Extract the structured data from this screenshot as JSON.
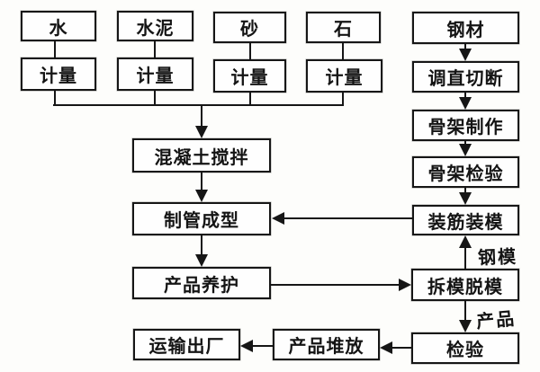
{
  "diagram": {
    "type": "flowchart",
    "language": "zh-CN",
    "description": "Concrete pipe production process flowchart (scanned document)",
    "nodes": {
      "water": "水",
      "cement": "水泥",
      "sand": "砂",
      "stone": "石",
      "steel": "钢材",
      "measure": "计量",
      "straighten_cut": "调直切断",
      "skeleton_make": "骨架制作",
      "skeleton_inspect": "骨架检验",
      "install_rebar_mold": "装筋装模",
      "concrete_mixing": "混凝土搅拌",
      "pipe_forming": "制管成型",
      "product_curing": "产品养护",
      "demolding": "拆模脱模",
      "inspection": "检验",
      "product_stacking": "产品堆放",
      "transport_out": "运输出厂"
    },
    "edge_labels": {
      "steel_mold": "钢模",
      "product": "产品"
    },
    "edges": [
      {
        "from": "water",
        "to": "measure"
      },
      {
        "from": "cement",
        "to": "measure"
      },
      {
        "from": "sand",
        "to": "measure"
      },
      {
        "from": "stone",
        "to": "measure"
      },
      {
        "from": "measure",
        "to": "concrete_mixing"
      },
      {
        "from": "concrete_mixing",
        "to": "pipe_forming"
      },
      {
        "from": "pipe_forming",
        "to": "product_curing"
      },
      {
        "from": "steel",
        "to": "straighten_cut"
      },
      {
        "from": "straighten_cut",
        "to": "skeleton_make"
      },
      {
        "from": "skeleton_make",
        "to": "skeleton_inspect"
      },
      {
        "from": "skeleton_inspect",
        "to": "install_rebar_mold"
      },
      {
        "from": "install_rebar_mold",
        "to": "pipe_forming"
      },
      {
        "from": "product_curing",
        "to": "demolding"
      },
      {
        "from": "demolding",
        "to": "install_rebar_mold",
        "label": "钢模"
      },
      {
        "from": "demolding",
        "to": "inspection",
        "label": "产品"
      },
      {
        "from": "inspection",
        "to": "product_stacking"
      },
      {
        "from": "product_stacking",
        "to": "transport_out"
      }
    ],
    "colors": {
      "ink": "#161616",
      "background": "#fdfdfb",
      "box_fill": "#fefefe"
    }
  }
}
